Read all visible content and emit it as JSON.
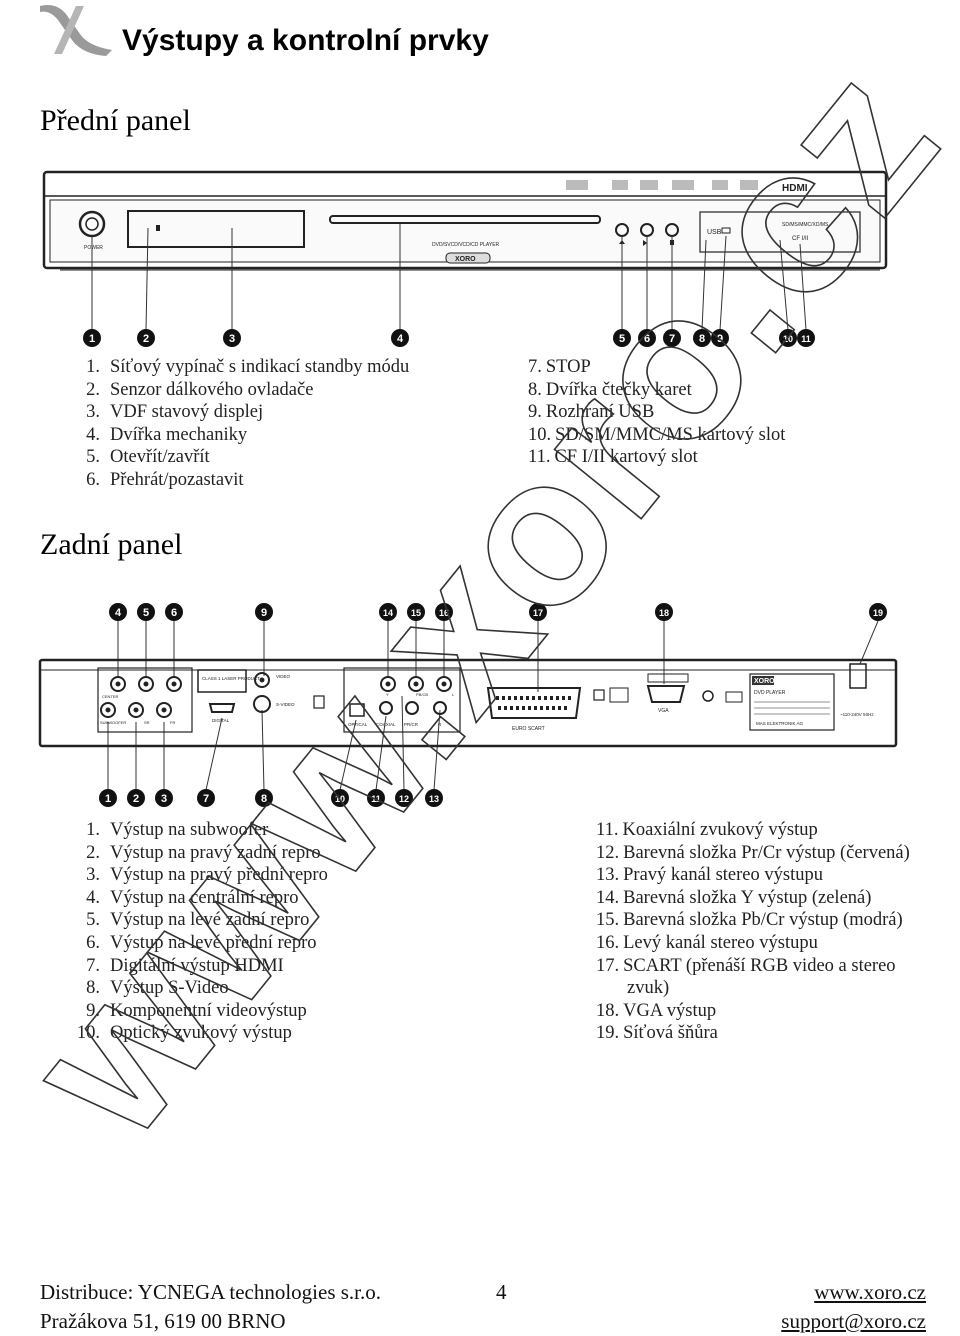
{
  "header": {
    "title": "Výstupy a kontrolní prvky"
  },
  "front_panel": {
    "title": "Přední panel",
    "device_labels": {
      "power": "POWER",
      "disc_tray": "DVD/SVCD/VCD/CD PLAYER",
      "brand": "XORO",
      "usb": "USB",
      "card_slot": "SD/MS/MMC/XD/MS",
      "cf_slot": "CF I/II",
      "hdmi_logo": "HDMI"
    },
    "callouts": [
      "1",
      "2",
      "3",
      "4",
      "5",
      "6",
      "7",
      "8",
      "9",
      "10",
      "11"
    ],
    "items_left": [
      {
        "num": "1.",
        "text": "Síťový vypínač s indikací standby módu"
      },
      {
        "num": "2.",
        "text": "Senzor dálkového ovladače"
      },
      {
        "num": "3.",
        "text": "VDF stavový displej"
      },
      {
        "num": "4.",
        "text": "Dvířka mechaniky"
      },
      {
        "num": "5.",
        "text": "Otevřít/zavřít"
      },
      {
        "num": "6.",
        "text": "Přehrát/pozastavit"
      }
    ],
    "items_right": [
      {
        "num": "7.",
        "text": "STOP"
      },
      {
        "num": "8.",
        "text": "Dvířka čtečky karet"
      },
      {
        "num": "9.",
        "text": "Rozhraní USB"
      },
      {
        "num": "10.",
        "text": "SD/SM/MMC/MS kartový slot"
      },
      {
        "num": "11.",
        "text": "CF I/II kartový slot"
      }
    ]
  },
  "rear_panel": {
    "title": "Zadní panel",
    "device_labels": {
      "center": "CENTER",
      "subwoofer": "SUBWOOFER",
      "sr": "SR",
      "fr": "FR",
      "laser": "CLASS 1 LASER PRODUCT",
      "digital": "DIGITAL",
      "video": "VIDEO",
      "svideo": "S-VIDEO",
      "optical": "OPTICAL",
      "coaxial": "COAXIAL",
      "pr": "PR/CR",
      "pb": "PB/CB",
      "y": "Y",
      "r": "R",
      "l": "L",
      "euro_scart": "EURO SCART",
      "vga": "VGA",
      "brand": "XORO",
      "dvd_player": "DVD PLAYER",
      "mas": "MAS ELEKTRONIK AG",
      "power": "~110-240V 50Hz"
    },
    "callouts_top": [
      "4",
      "5",
      "6",
      "9",
      "14",
      "15",
      "16",
      "17",
      "18",
      "19"
    ],
    "callouts_bottom": [
      "1",
      "2",
      "3",
      "7",
      "8",
      "10",
      "11",
      "12",
      "13"
    ],
    "items_left": [
      {
        "num": "1.",
        "text": "Výstup na subwoofer"
      },
      {
        "num": "2.",
        "text": "Výstup na pravý zadní repro"
      },
      {
        "num": "3.",
        "text": "Výstup na pravý přední repro"
      },
      {
        "num": "4.",
        "text": "Výstup na centrální repro"
      },
      {
        "num": "5.",
        "text": "Výstup na levé zadní repro"
      },
      {
        "num": "6.",
        "text": "Výstup na levé přední repro"
      },
      {
        "num": "7.",
        "text": "Digitální výstup HDMI"
      },
      {
        "num": "8.",
        "text": "Výstup S-Video"
      },
      {
        "num": "9.",
        "text": "Komponentní videovýstup"
      },
      {
        "num": "10.",
        "text": "Optický zvukový výstup"
      }
    ],
    "items_right": [
      {
        "num": "11.",
        "text": "Koaxiální zvukový výstup"
      },
      {
        "num": "12.",
        "text": "Barevná složka Pr/Cr výstup (červená)"
      },
      {
        "num": "13.",
        "text": "Pravý kanál stereo výstupu"
      },
      {
        "num": "14.",
        "text": "Barevná složka Y výstup (zelená)"
      },
      {
        "num": "15.",
        "text": "Barevná složka Pb/Cr výstup (modrá)"
      },
      {
        "num": "16.",
        "text": "Levý kanál stereo výstupu"
      },
      {
        "num": "17.",
        "text": "SCART (přenáší RGB video a stereo"
      },
      {
        "num": "",
        "text": "zvuk)"
      },
      {
        "num": "18.",
        "text": "VGA výstup"
      },
      {
        "num": "19.",
        "text": "Síťová šňůra"
      }
    ]
  },
  "footer": {
    "distributor": "Distribuce: YCNEGA technologies s.r.o.",
    "address": "Pražákova 51, 619 00 BRNO",
    "page": "4",
    "website": "www.xoro.cz",
    "email": "support@xoro.cz"
  },
  "watermark": "www.xoro.cz"
}
